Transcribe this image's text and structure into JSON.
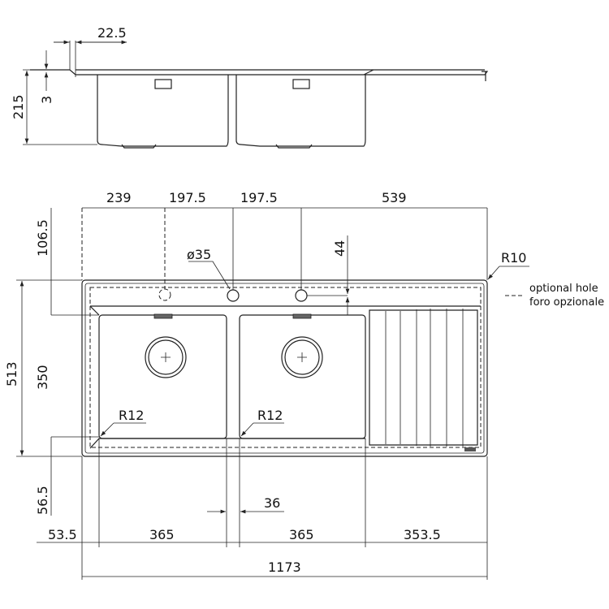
{
  "side_view": {
    "dim_lip": "22.5",
    "dim_rim": "3",
    "dim_depth": "215"
  },
  "plan_view": {
    "top_dims": [
      "239",
      "197.5",
      "197.5",
      "539"
    ],
    "dim_hole_diameter": "ø35",
    "dim_hole_offset": "44",
    "dim_corner_radius": "R10",
    "dim_bowl_radius_left": "R12",
    "dim_bowl_radius_right": "R12",
    "left_dims": {
      "top_margin": "106.5",
      "total_depth": "513",
      "bowl_depth": "350",
      "bottom_margin": "56.5"
    },
    "bottom_dims": [
      "53.5",
      "365",
      "365",
      "353.5"
    ],
    "dim_divider": "36",
    "dim_total_width": "1173"
  },
  "legend": {
    "line1": "optional hole",
    "line2": "foro opzionale"
  }
}
